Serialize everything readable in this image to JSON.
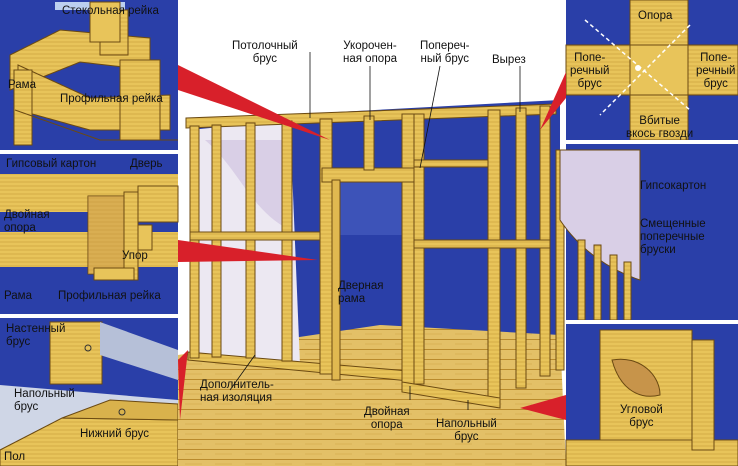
{
  "labels": {
    "glass_strip": "Стекольная рейка",
    "frame_top": "Рама",
    "profile_strip_top": "Профильная рейка",
    "drywall_left": "Гипсовый картон",
    "door": "Дверь",
    "double_post_left": "Двойная\nопора",
    "stop": "Упор",
    "frame_mid": "Рама",
    "profile_strip_mid": "Профильная рейка",
    "wall_beam": "Настенный\nбрус",
    "floor_beam_left": "Напольный\nбрус",
    "bottom_beam": "Нижний брус",
    "floor": "Пол",
    "ceiling_beam": "Потолочный\nбрус",
    "short_post": "Укорочен-\nная опора",
    "cross_beam_top": "Попереч-\nный брус",
    "cutout": "Вырез",
    "door_frame": "Дверная\nрама",
    "extra_insulation": "Дополнитель-\nная изоляция",
    "double_post_bottom": "Двойная\nопора",
    "floor_beam_bottom": "Напольный\nбрус",
    "post_right": "Опора",
    "cross_left": "Попе-\nречный\nбрус",
    "cross_right": "Попе-\nречный\nбрус",
    "nails": "Вбитые\nвкось гвозди",
    "drywall_right": "Гипсокартон",
    "offset_crossbars": "Смещенные\nпоперечные\nбруски",
    "corner_beam": "Угловой\nбрус"
  },
  "colors": {
    "wood": "#e8c45a",
    "wood_dark": "#b8862a",
    "blue": "#2a3fa8",
    "drywall": "#d9cfe6",
    "pointer": "#d8202a"
  }
}
